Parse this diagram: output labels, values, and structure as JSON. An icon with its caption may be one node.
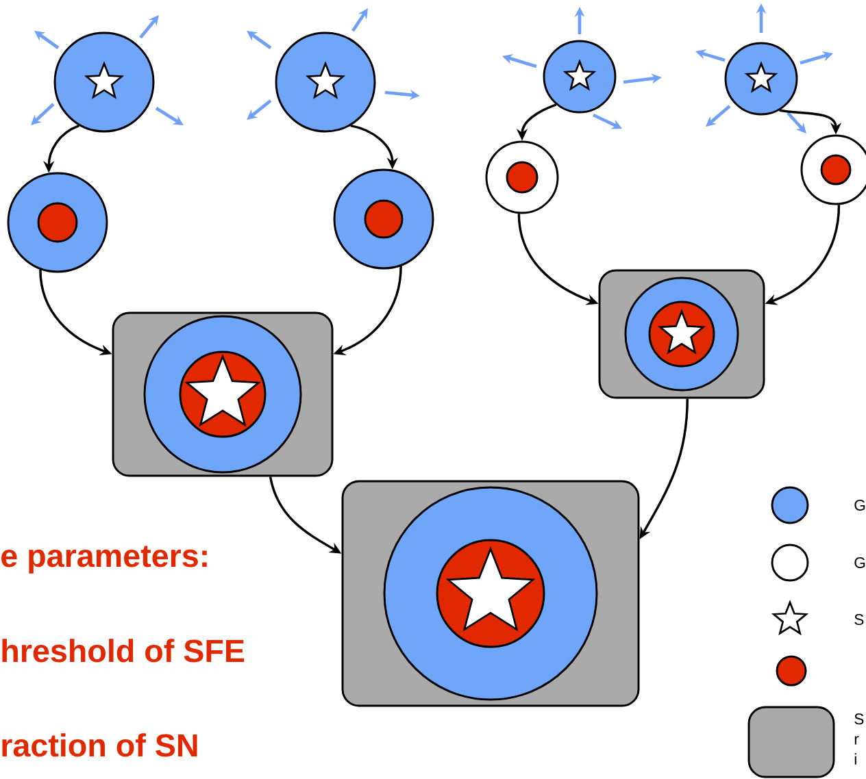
{
  "diagram": {
    "nodes": [
      {
        "text": [],
        "shape": "circle"
      },
      {
        "text": [],
        "shape": "circle"
      },
      {
        "text": [],
        "shape": "circle"
      },
      {
        "text": [],
        "shape": "circle"
      },
      {
        "text": [],
        "shape": "circle"
      },
      {
        "text": [],
        "shape": "circle"
      },
      {
        "text": [],
        "shape": "circle"
      },
      {
        "text": [],
        "shape": "circle"
      },
      {
        "text": [],
        "shape": "box"
      },
      {
        "text": [],
        "shape": "box"
      },
      {
        "text": [],
        "shape": "box"
      }
    ],
    "edges": [
      {
        "from": 0,
        "to": 4,
        "arrow": "to"
      },
      {
        "from": 1,
        "to": 5,
        "arrow": "to"
      },
      {
        "from": 2,
        "to": 6,
        "arrow": "to"
      },
      {
        "from": 3,
        "to": 7,
        "arrow": "to"
      },
      {
        "from": 4,
        "to": 8,
        "arrow": "to"
      },
      {
        "from": 5,
        "to": 8,
        "arrow": "to"
      },
      {
        "from": 6,
        "to": 9,
        "arrow": "to"
      },
      {
        "from": 7,
        "to": 9,
        "arrow": "to"
      },
      {
        "from": 8,
        "to": 10,
        "arrow": "to"
      },
      {
        "from": 9,
        "to": 10,
        "arrow": "to"
      }
    ],
    "labels": [
      "e parameters:",
      "hreshold of SFE",
      "raction of SN"
    ],
    "legend": [
      {
        "text": "G",
        "color": "#70a6fa"
      },
      {
        "text": "G"
      },
      {
        "text": "S"
      },
      {
        "text": "S r i",
        "color": "#aaaaaa"
      }
    ]
  }
}
